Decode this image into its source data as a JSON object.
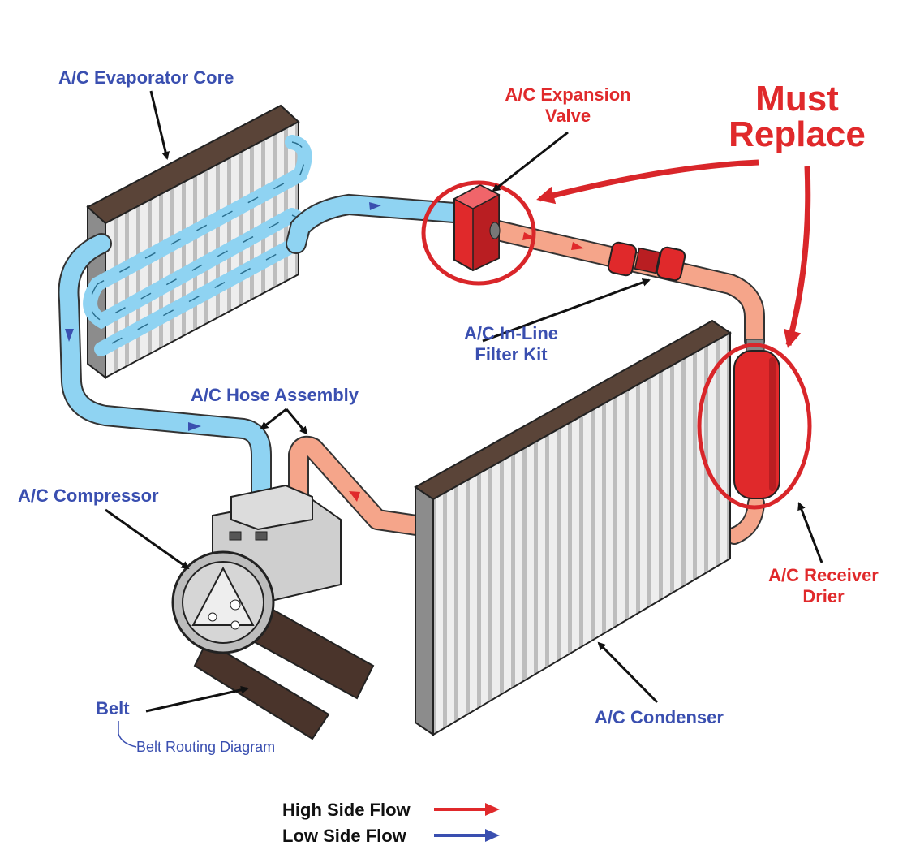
{
  "labels": {
    "evaporator": "A/C Evaporator Core",
    "expansion_valve": [
      "A/C Expansion",
      "Valve"
    ],
    "must_replace": [
      "Must",
      "Replace"
    ],
    "inline_filter": [
      "A/C In-Line",
      "Filter Kit"
    ],
    "hose_assembly": "A/C Hose Assembly",
    "compressor": "A/C Compressor",
    "receiver_drier": [
      "A/C Receiver",
      "Drier"
    ],
    "condenser": "A/C Condenser",
    "belt": "Belt",
    "belt_routing": "Belt Routing Diagram"
  },
  "legend": {
    "high_side": "High Side Flow",
    "low_side": "Low Side Flow"
  },
  "colors": {
    "low_side_line": "#8fd3f2",
    "high_side_line": "#f5a58a",
    "flow_arrow_blue": "#3a4fb0",
    "flow_arrow_red": "#e0292b",
    "callout_red": "#d9262a",
    "fin_top": "#5a4438",
    "coil_body": "#e6e6e6",
    "component_red": "#e0292b"
  }
}
